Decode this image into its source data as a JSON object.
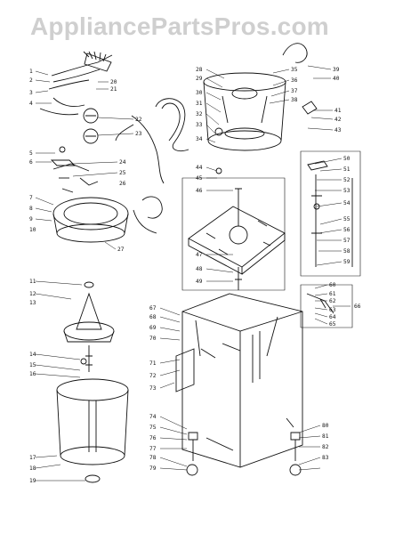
{
  "watermark": "AppliancePartsPros.com",
  "callouts": [
    "1",
    "2",
    "3",
    "4",
    "5",
    "6",
    "7",
    "8",
    "9",
    "10",
    "11",
    "12",
    "13",
    "14",
    "15",
    "16",
    "17",
    "18",
    "19",
    "20",
    "21",
    "22",
    "23",
    "24",
    "25",
    "26",
    "27",
    "28",
    "29",
    "30",
    "31",
    "32",
    "33",
    "34",
    "35",
    "36",
    "37",
    "38",
    "39",
    "40",
    "41",
    "42",
    "43",
    "44",
    "45",
    "46",
    "47",
    "48",
    "49",
    "50",
    "51",
    "52",
    "53",
    "54",
    "55",
    "56",
    "57",
    "58",
    "59",
    "60",
    "61",
    "62",
    "63",
    "64",
    "65",
    "66",
    "67",
    "68",
    "69",
    "70",
    "71",
    "72",
    "73",
    "74",
    "75",
    "76",
    "77",
    "78",
    "79",
    "80",
    "81",
    "82",
    "83"
  ]
}
